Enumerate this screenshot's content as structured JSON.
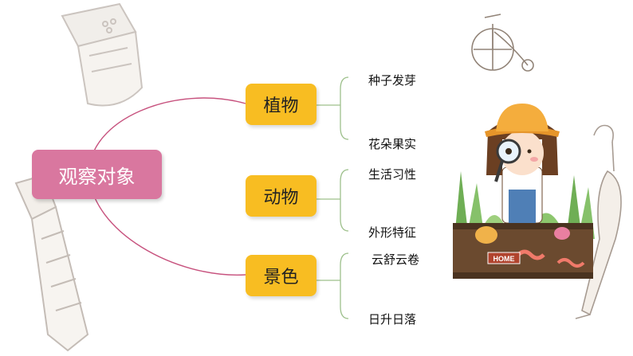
{
  "mindmap": {
    "root": "观察对象",
    "categories": [
      {
        "label": "植物",
        "items": [
          "种子发芽",
          "花朵果实"
        ]
      },
      {
        "label": "动物",
        "items": [
          "生活习性",
          "外形特征"
        ]
      },
      {
        "label": "景色",
        "items": [
          "云舒云卷",
          "日升日落"
        ]
      }
    ]
  },
  "illustration": {
    "sign_text": "HOME"
  },
  "colors": {
    "root_fill": "#d9779f",
    "category_fill": "#f8bd22",
    "root_curve": "#c7527e",
    "leaf_bracket": "#9dc08b"
  }
}
